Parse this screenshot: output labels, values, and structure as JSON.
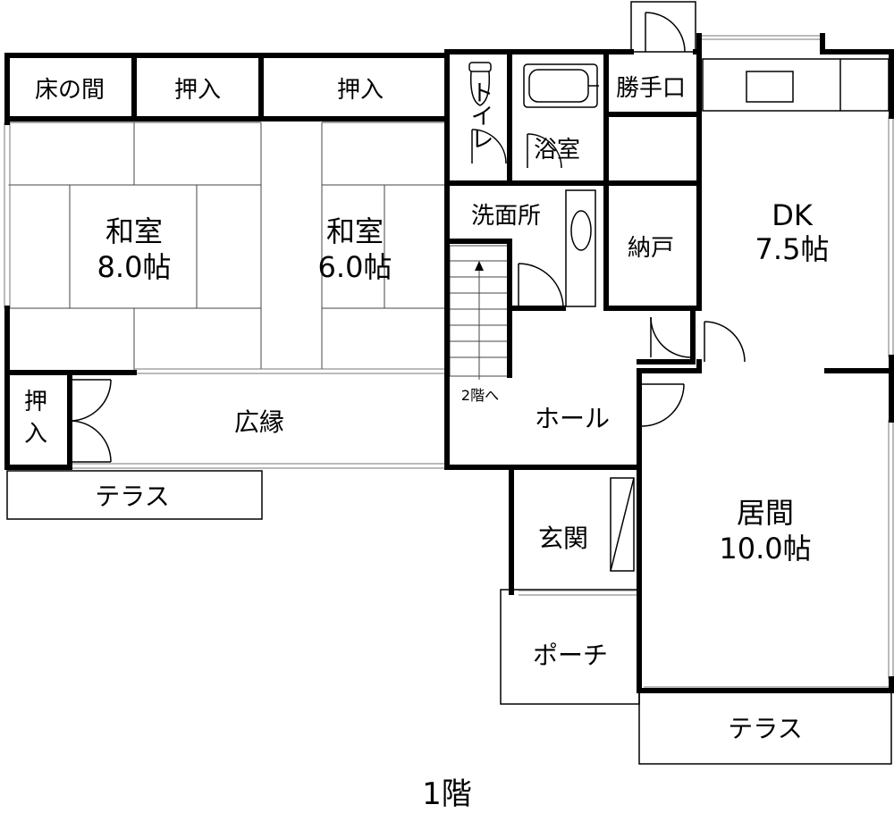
{
  "floor_label": "1階",
  "rooms": {
    "tokonoma": "床の間",
    "oshiire_1": "押入",
    "oshiire_2": "押入",
    "washitsu_8": {
      "name": "和室",
      "size": "8.0帖"
    },
    "washitsu_6": {
      "name": "和室",
      "size": "6.0帖"
    },
    "toilet": "トイレ",
    "bath": "浴室",
    "service_door": "勝手口",
    "dk": {
      "name": "DK",
      "size": "7.5帖"
    },
    "washroom": "洗面所",
    "storage": "納戸",
    "oshiire_small_top": "押",
    "oshiire_small_bottom": "入",
    "hiroen": "広縁",
    "stairs_note": "2階へ",
    "hall": "ホール",
    "terrace_left": "テラス",
    "genkan": "玄関",
    "living": {
      "name": "居間",
      "size": "10.0帖"
    },
    "porch": "ポーチ",
    "terrace_right": "テラス"
  }
}
